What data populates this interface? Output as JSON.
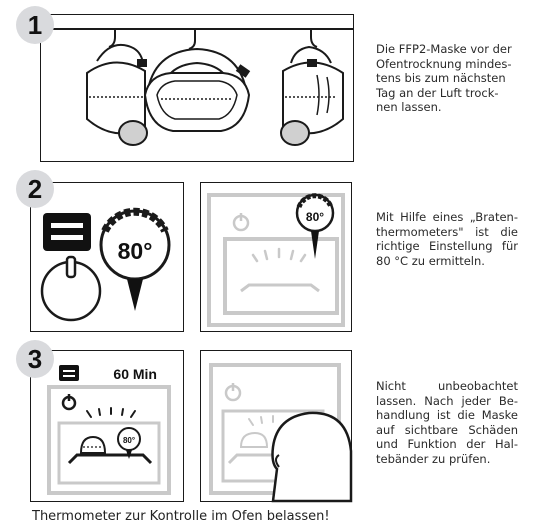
{
  "steps": [
    {
      "number": "1",
      "text": [
        "Die FFP2-Maske vor der",
        "Ofentrocknung mindes-",
        "tens bis zum nächsten",
        "Tag an der Luft trock-",
        "nen lassen."
      ]
    },
    {
      "number": "2",
      "thermometer_value": "80°",
      "text": [
        "Mit Hilfe eines „Braten-",
        "thermometers\" ist die",
        "richtige Einstellung für",
        "80 °C zu ermitteln."
      ]
    },
    {
      "number": "3",
      "timer_label": "60 Min",
      "thermometer_value": "80°",
      "text": [
        "Nicht unbeobachtet",
        "lassen. Nach jeder Be-",
        "handlung ist die Maske",
        "auf sichtbare Schäden",
        "und Funktion der Hal-",
        "tebänder zu prüfen."
      ]
    }
  ],
  "caption": "Thermometer zur Kontrolle im Ofen belassen!",
  "colors": {
    "badge": "#d9dadd",
    "line": "#1a1a1a",
    "gray": "#c9c9c9",
    "dark": "#111111"
  },
  "icons": [
    "hook-icon",
    "ffp2-mask-icon",
    "clip-icon",
    "menu-icon",
    "power-knob-icon",
    "thermometer-icon",
    "oven-icon",
    "sun-rays-icon",
    "person-head-icon"
  ]
}
